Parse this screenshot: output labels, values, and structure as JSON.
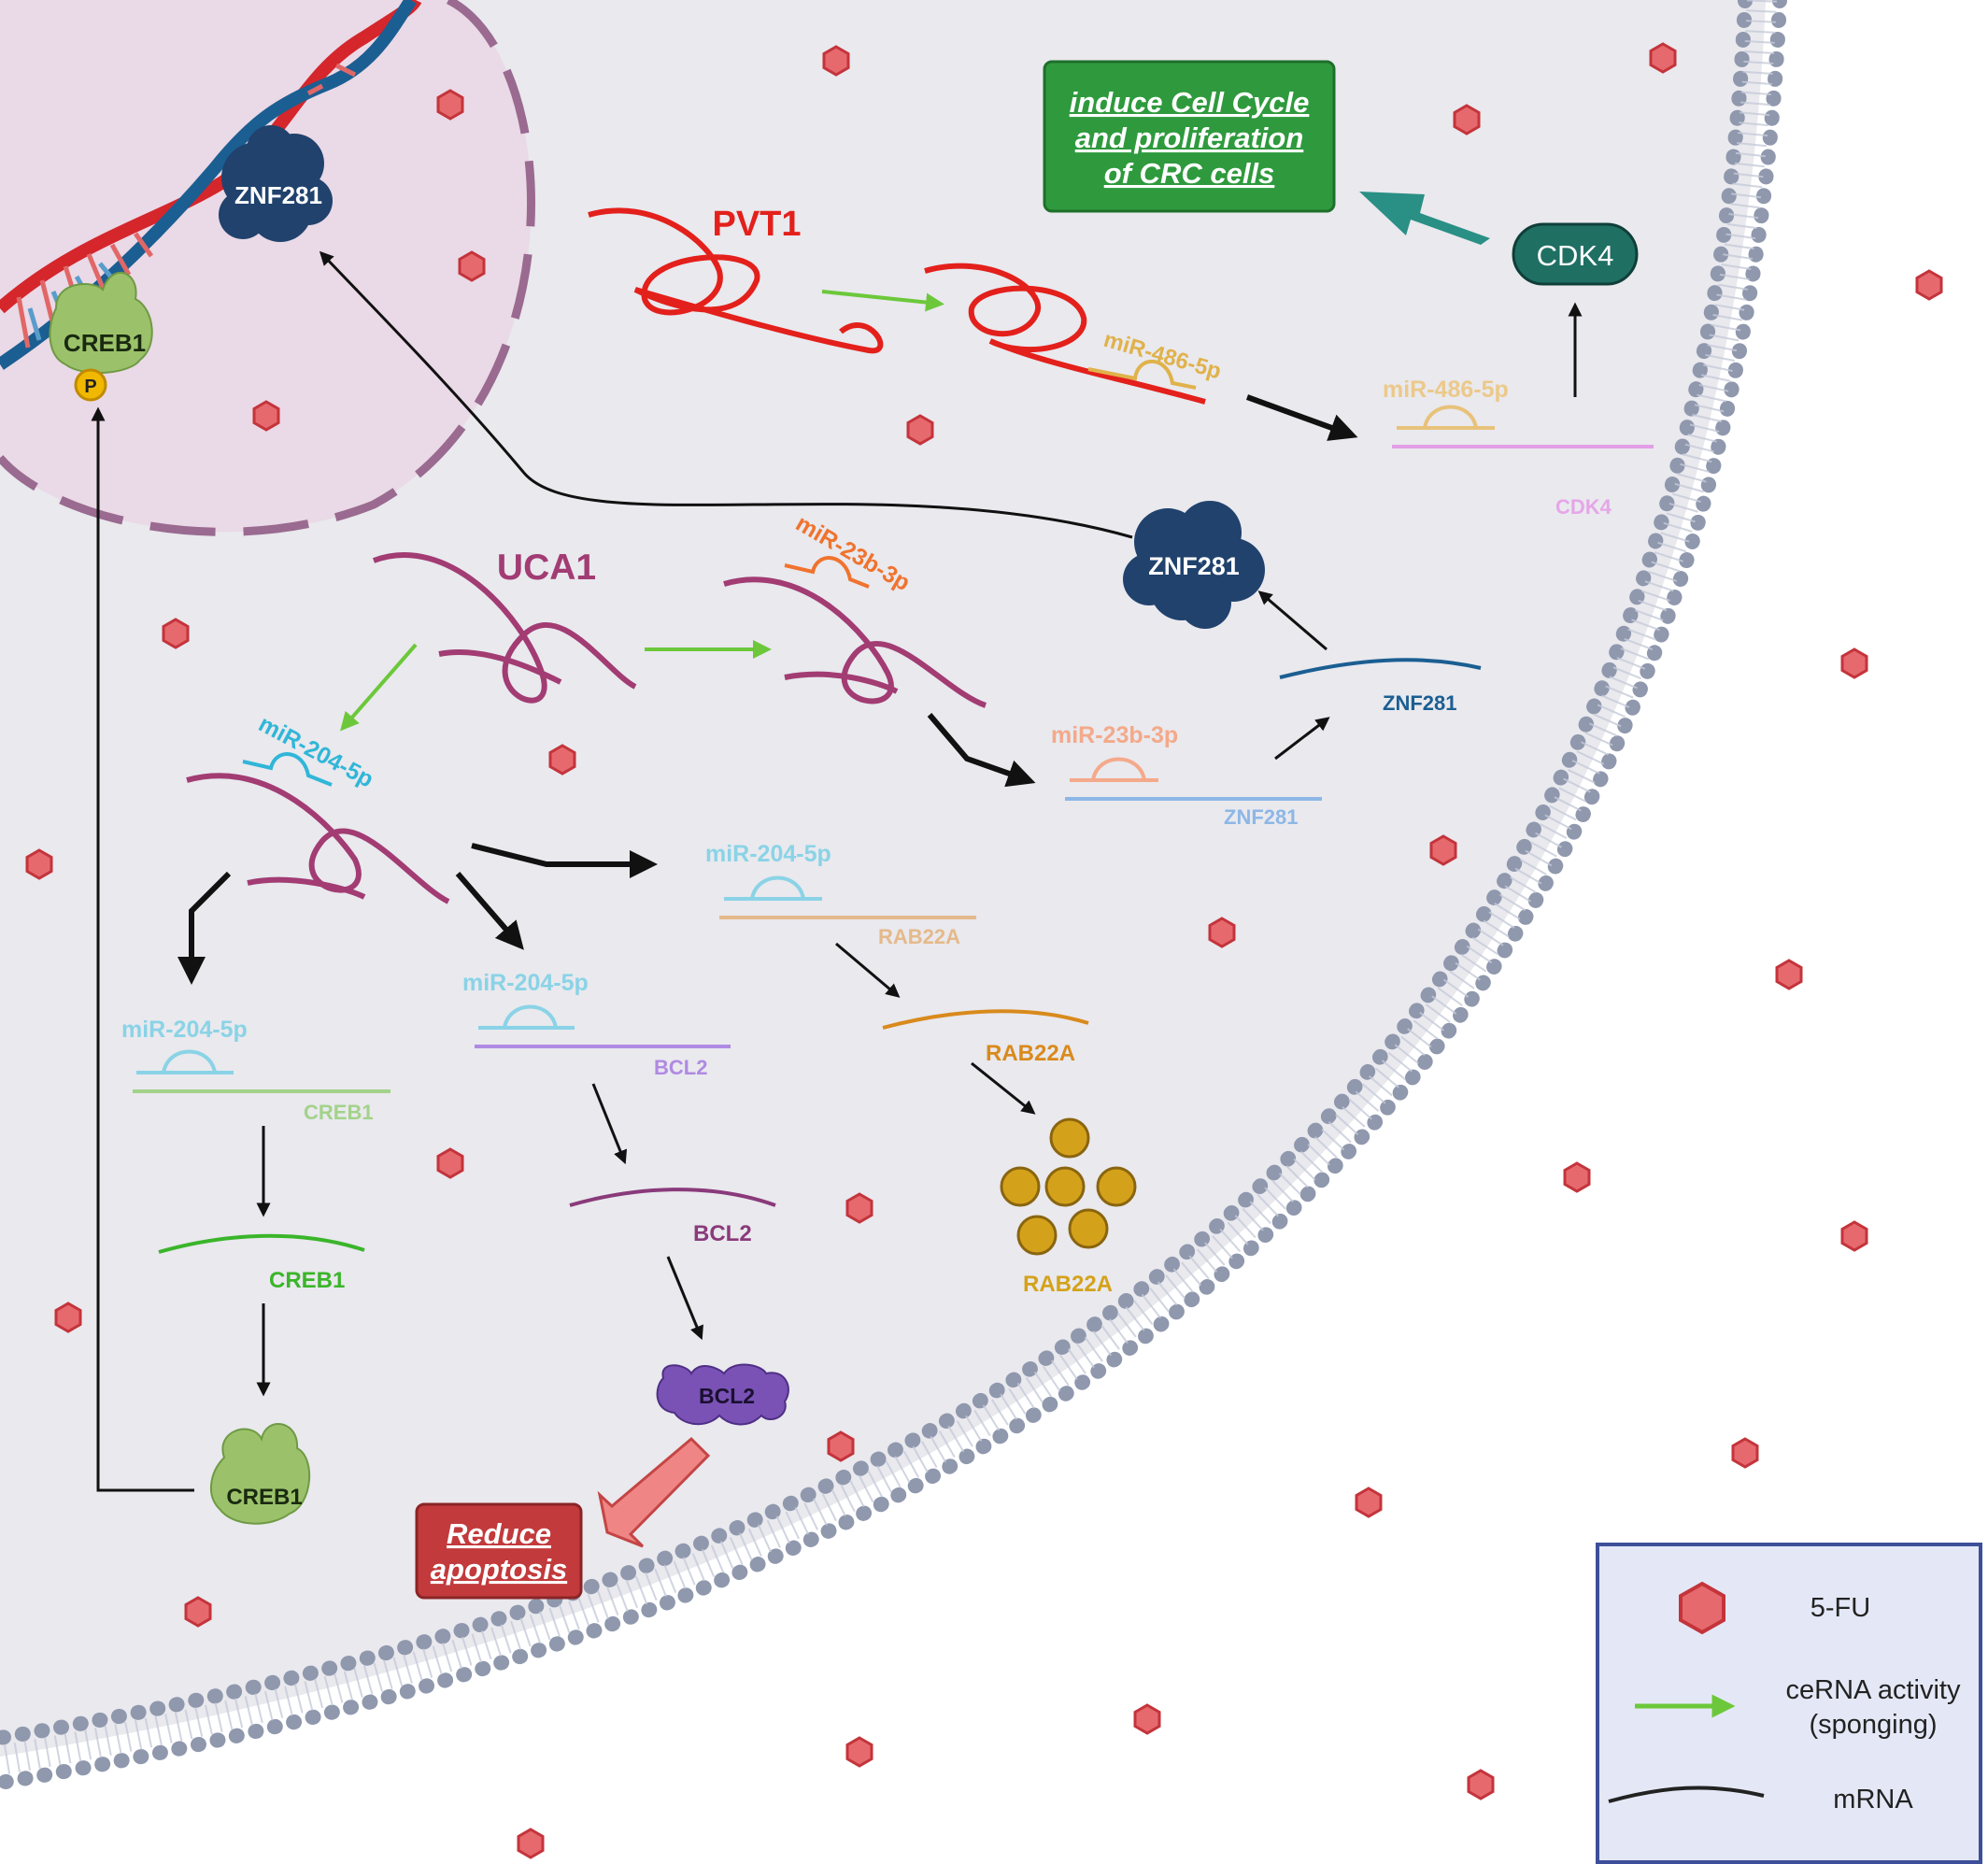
{
  "outcomes": {
    "cell_cycle": [
      "induce Cell Cycle",
      "and proliferation",
      "of CRC cells"
    ],
    "apoptosis": [
      "Reduce",
      "apoptosis"
    ]
  },
  "nucleus": {
    "znf281": "ZNF281",
    "creb1": "CREB1",
    "phospho": "P"
  },
  "pvt1_axis": {
    "lncrna": "PVT1",
    "mirna_on_lnc": "miR-486-5p",
    "mirna_on_mrna": "miR-486-5p",
    "mrna": "CDK4",
    "protein": "CDK4"
  },
  "uca1_axis": {
    "lncrna": "UCA1",
    "mir23_on_lnc": "miR-23b-3p",
    "mir23_on_mrna": "miR-23b-3p",
    "znf_mrna_bound": "ZNF281",
    "znf_mrna": "ZNF281",
    "znf_protein": "ZNF281",
    "mir204_on_lnc": "miR-204-5p",
    "mir204_rab": "miR-204-5p",
    "rab_mrna_bound": "RAB22A",
    "rab_mrna": "RAB22A",
    "rab_protein": "RAB22A",
    "mir204_bcl": "miR-204-5p",
    "bcl_mrna_bound": "BCL2",
    "bcl_mrna": "BCL2",
    "bcl_protein": "BCL2",
    "mir204_creb": "miR-204-5p",
    "creb_mrna_bound": "CREB1",
    "creb_mrna": "CREB1",
    "creb_protein": "CREB1"
  },
  "legend": {
    "drug": "5-FU",
    "cerna_line1": "ceRNA activity",
    "cerna_line2": "(sponging)",
    "mrna": "mRNA"
  },
  "colors": {
    "drug": "#d9424a",
    "cerna_arrow": "#6cc83a",
    "pvt1": "#e3201b",
    "uca1": "#a23c73",
    "protein_navy": "#20426d",
    "cdk4": "#1f6f63",
    "green_box": "#2e9a3d",
    "red_box": "#c23a3c"
  }
}
